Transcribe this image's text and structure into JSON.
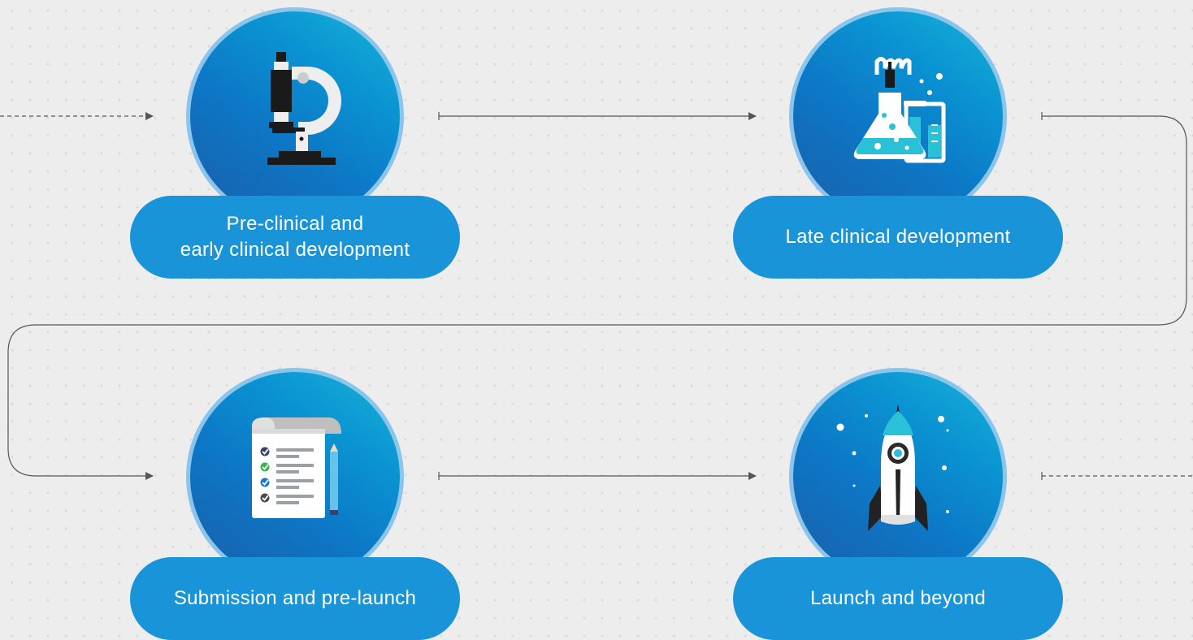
{
  "stages": [
    {
      "name": "pre-clinical",
      "label_lines": [
        "Pre-clinical and",
        "early clinical development"
      ],
      "icon": "microscope-icon"
    },
    {
      "name": "late-clinical",
      "label_lines": [
        "Late clinical development"
      ],
      "icon": "lab-flask-icon"
    },
    {
      "name": "submission",
      "label_lines": [
        "Submission and pre-launch"
      ],
      "icon": "checklist-icon"
    },
    {
      "name": "launch",
      "label_lines": [
        "Launch and beyond"
      ],
      "icon": "rocket-icon"
    }
  ],
  "colors": {
    "background": "#ededed",
    "circle_gradient": [
      "#1b5ea9",
      "#17b4d6"
    ],
    "circle_ring": "#8cc5ec",
    "pill": "#1a94d8",
    "connector": "#555555"
  }
}
